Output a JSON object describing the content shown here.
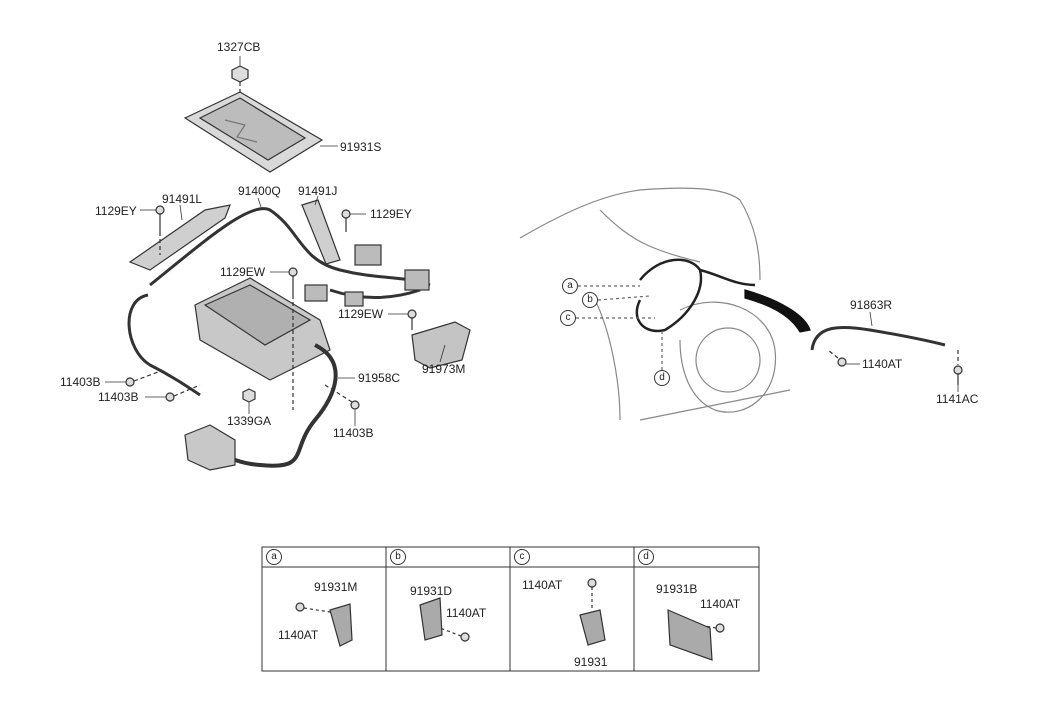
{
  "labels": {
    "l_1327CB": "1327CB",
    "l_91931S": "91931S",
    "l_1129EY_left": "1129EY",
    "l_91491L": "91491L",
    "l_91400Q": "91400Q",
    "l_91491J": "91491J",
    "l_1129EY_right": "1129EY",
    "l_1129EW_top": "1129EW",
    "l_1129EW_right": "1129EW",
    "l_91973M": "91973M",
    "l_91958C": "91958C",
    "l_11403B_a": "11403B",
    "l_11403B_b": "11403B",
    "l_11403B_c": "11403B",
    "l_1339GA": "1339GA",
    "l_91863R": "91863R",
    "l_1140AT_main": "1140AT",
    "l_1141AC": "1141AC"
  },
  "callouts": {
    "a": "a",
    "b": "b",
    "c": "c",
    "d": "d"
  },
  "detail_table": {
    "a": {
      "key": "a",
      "part_top": "91931M",
      "part_bottom": "1140AT"
    },
    "b": {
      "key": "b",
      "part_top": "91931D",
      "part_side": "1140AT"
    },
    "c": {
      "key": "c",
      "part_top": "1140AT",
      "part_bottom": "91931"
    },
    "d": {
      "key": "d",
      "part_top": "91931B",
      "part_side": "1140AT"
    }
  }
}
